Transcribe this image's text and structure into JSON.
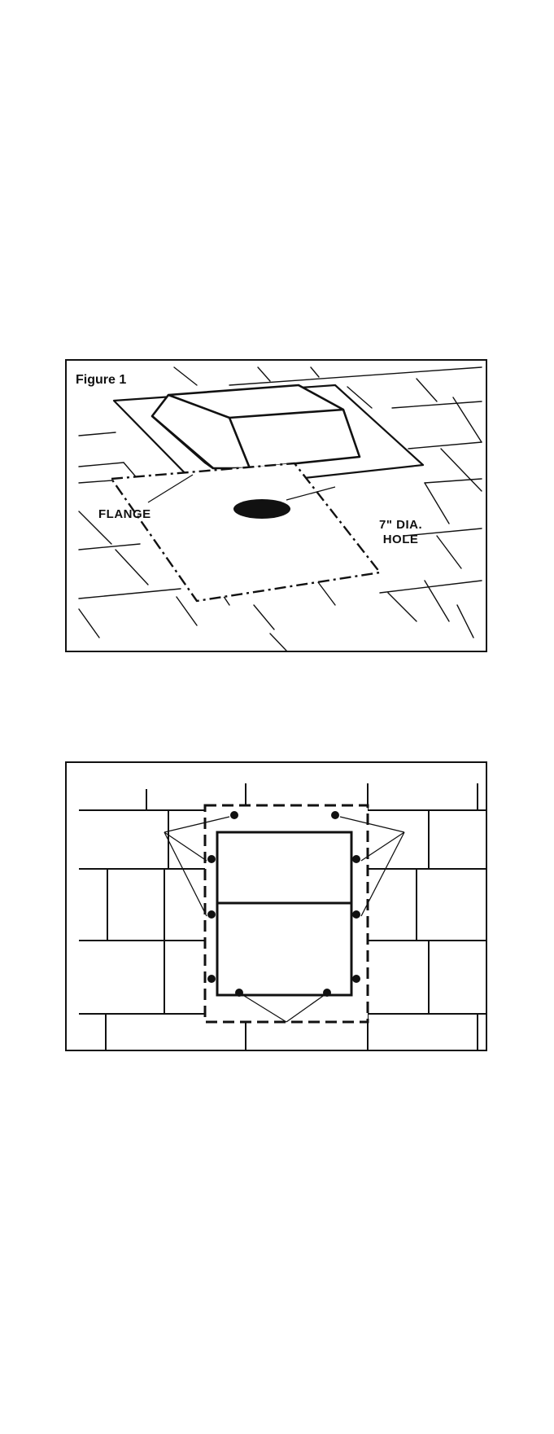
{
  "figure1": {
    "title": "Figure 1",
    "labels": {
      "flange": "FLANGE",
      "hole_line1": "7\" DIA.",
      "hole_line2": "HOLE"
    }
  },
  "figure2": {
    "title": ""
  }
}
